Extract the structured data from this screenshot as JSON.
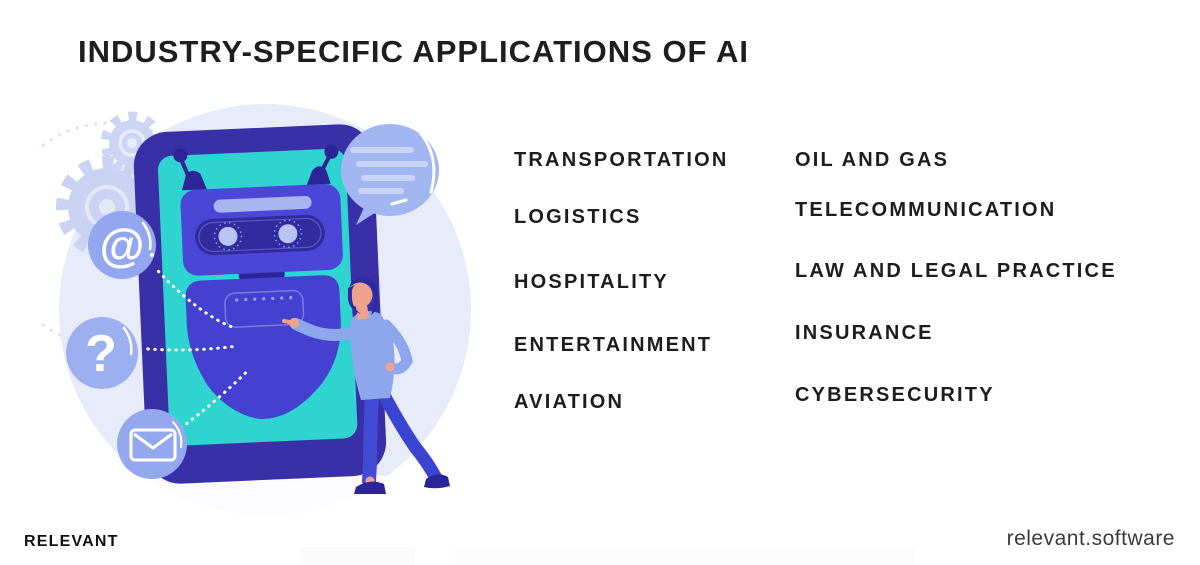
{
  "title": "INDUSTRY-SPECIFIC APPLICATIONS OF AI",
  "industries": {
    "column_left": [
      "TRANSPORTATION",
      "LOGISTICS",
      "HOSPITALITY",
      "ENTERTAINMENT",
      "AVIATION"
    ],
    "column_right": [
      "OIL AND GAS",
      "TELECOMMUNICATION",
      "LAW AND LEGAL PRACTICE",
      "INSURANCE",
      "CYBERSECURITY"
    ]
  },
  "footer": {
    "brand": "RELEVANT",
    "website": "relevant.software"
  },
  "illustration": {
    "description": "Chatbot robot on a tablet screen, man pointing at it, gears, speech bubble, at-sign, question-mark and envelope icons",
    "at_symbol": "@",
    "question_symbol": "?",
    "colors": {
      "tablet_frame": "#392fa7",
      "screen_teal": "#2fd3cf",
      "robot_indigo": "#4a47d8",
      "robot_visor": "#312c9e",
      "periwinkle": "#a2b6f2",
      "background_circle": "#e8ecfa",
      "skin": "#efa28c",
      "text_dark": "#1e1e1e"
    }
  }
}
